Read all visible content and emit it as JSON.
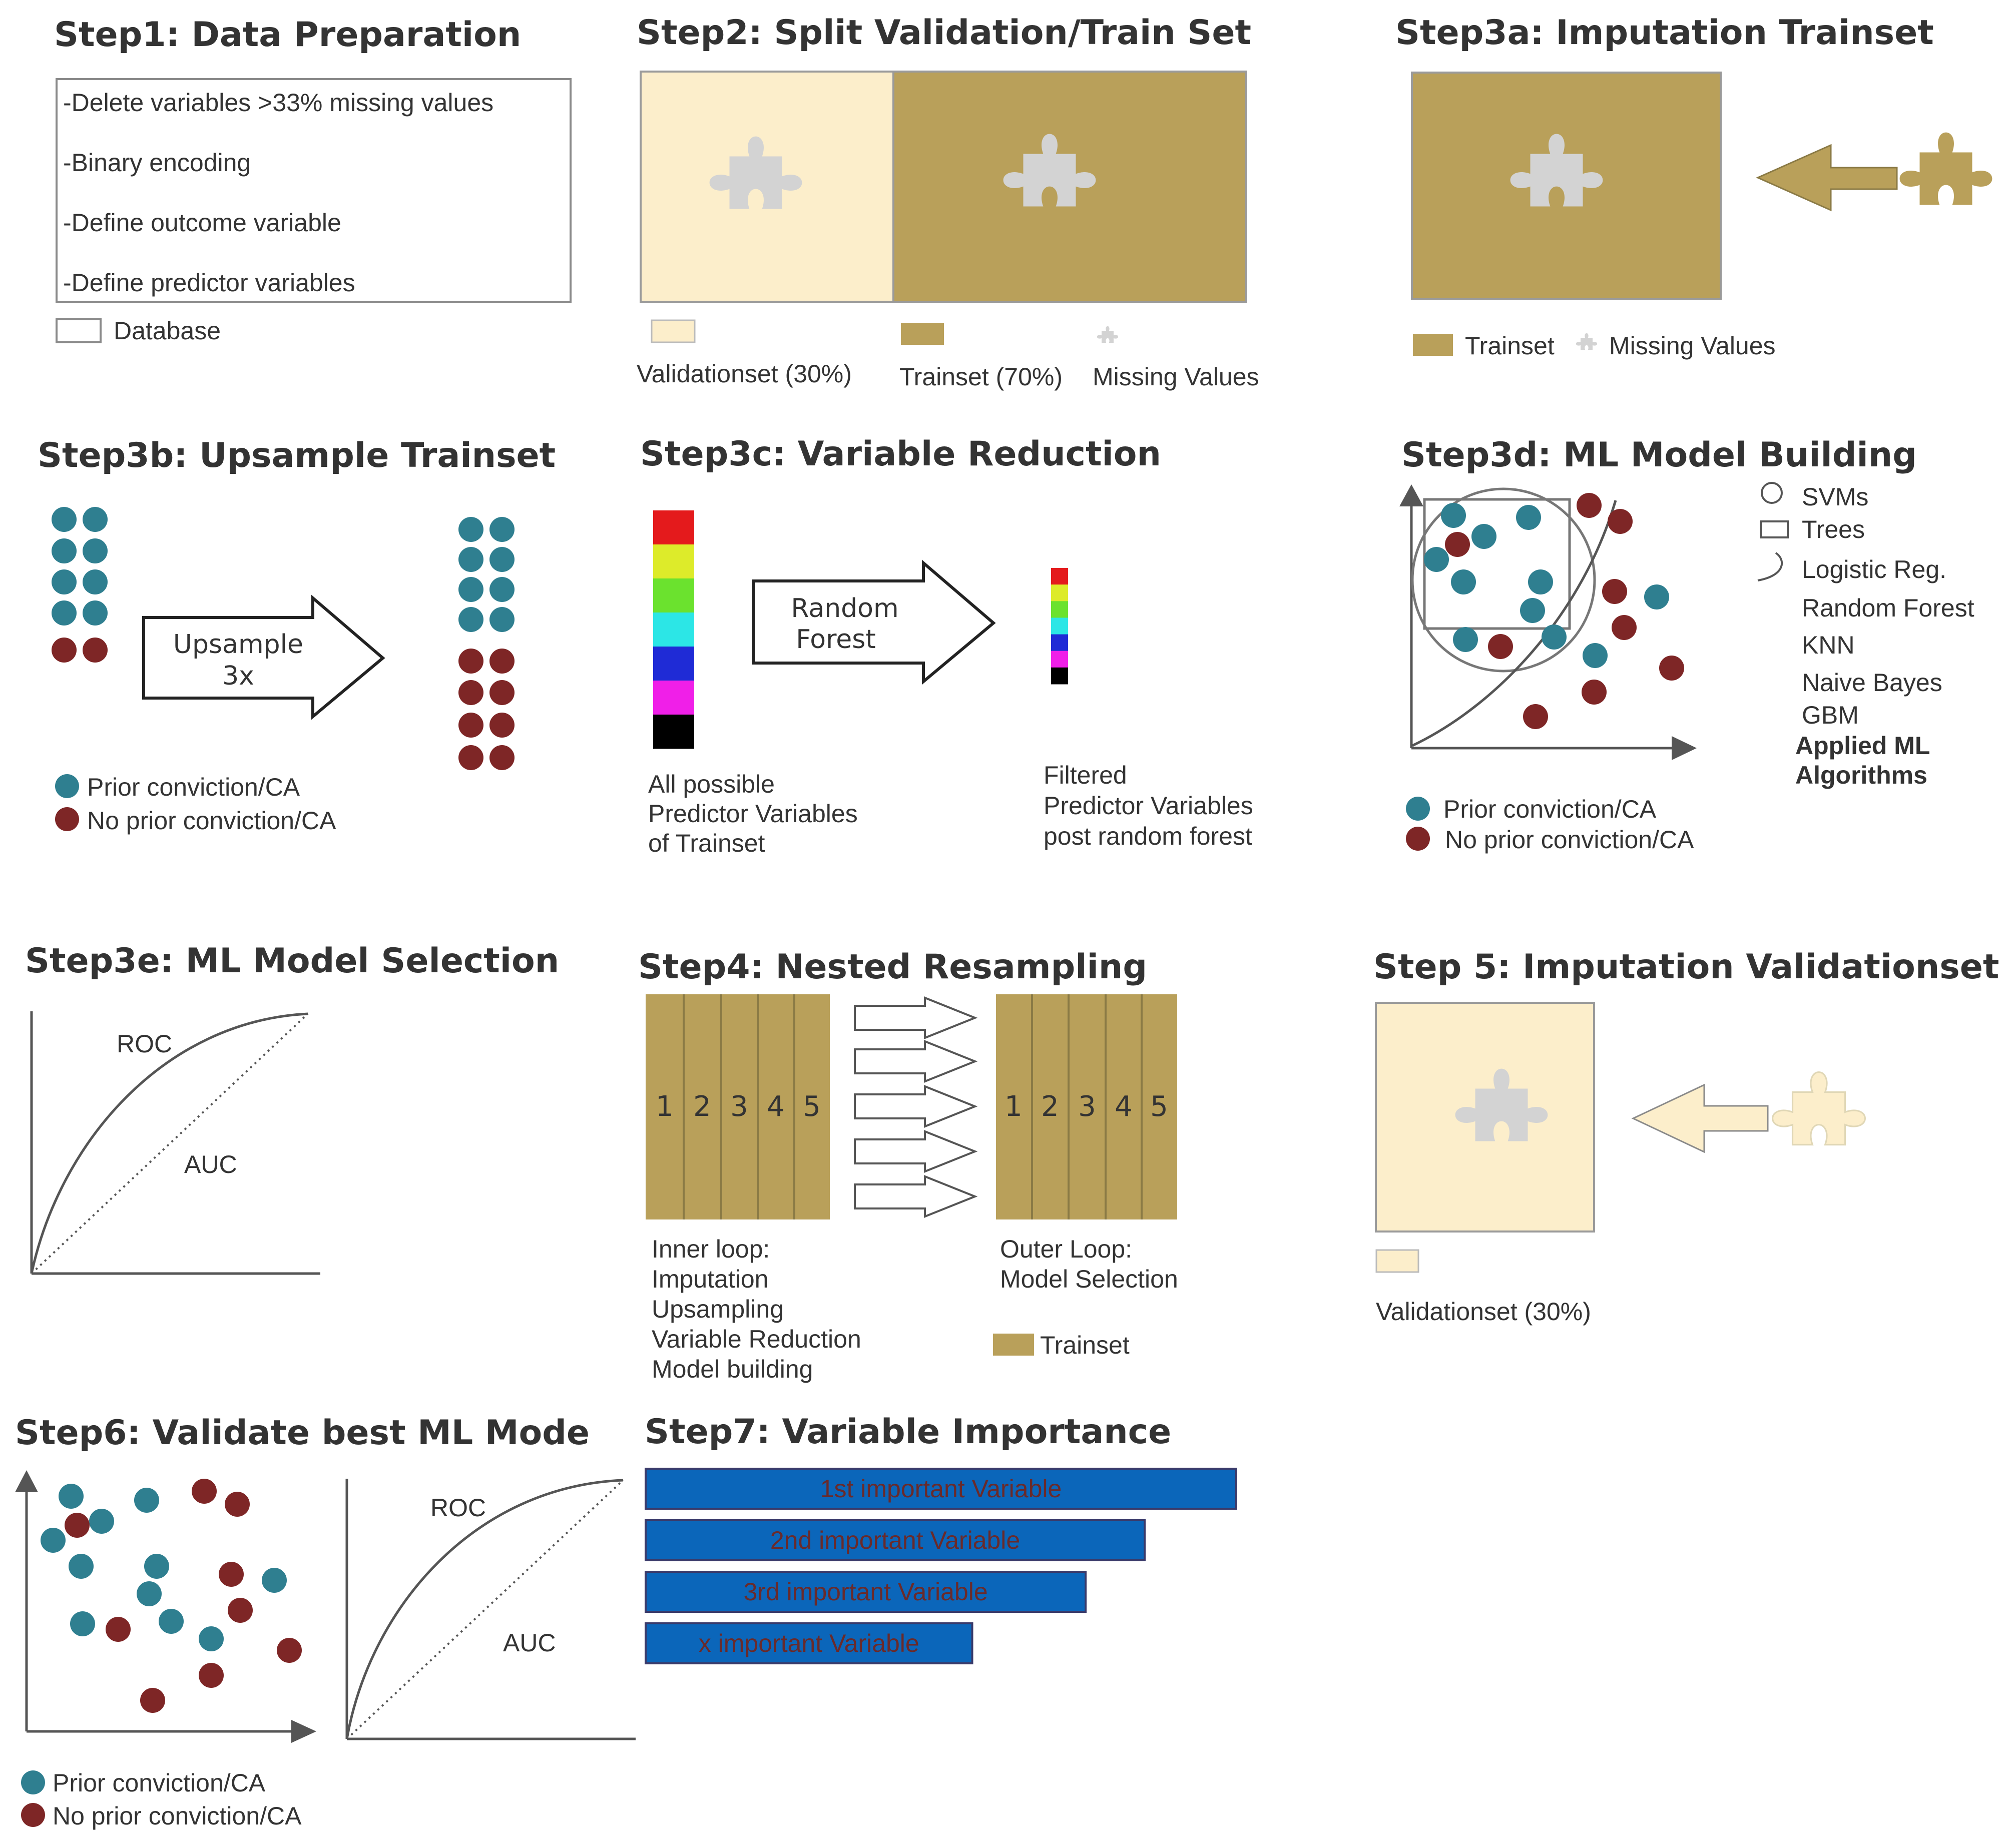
{
  "colors": {
    "trainset": "#B9A05A",
    "validationset": "#FCEECB",
    "missing": "#D3D3D3",
    "prior": "#2F7F90",
    "no_prior": "#7E2626",
    "bar": "#0B66BA",
    "line": "#555555"
  },
  "step1": {
    "title": "Step1: Data Preparation",
    "items": [
      "-Delete variables >33% missing values",
      "-Binary encoding",
      "-Define outcome variable",
      "-Define predictor variables"
    ],
    "legend": "Database"
  },
  "step2": {
    "title": "Step2: Split Validation/Train Set",
    "legend_validation": "Validationset (30%)",
    "legend_train": "Trainset (70%)",
    "legend_missing": "Missing Values",
    "missing_icon": "puzzle-piece-icon"
  },
  "step3a": {
    "title": "Step3a: Imputation Trainset",
    "legend_train": "Trainset",
    "legend_missing": "Missing Values"
  },
  "step3b": {
    "title": "Step3b: Upsample Trainset",
    "arrow_line1": "Upsample",
    "arrow_line2": "3x",
    "legend_prior": "Prior conviction/CA",
    "legend_no_prior": "No prior conviction/CA"
  },
  "step3c": {
    "title": "Step3c: Variable Reduction",
    "arrow_line1": "Random",
    "arrow_line2": "Forest",
    "left_lines": [
      "All possible",
      "Predictor Variables",
      "of Trainset"
    ],
    "right_lines": [
      "Filtered",
      "Predictor Variables",
      "post random forest"
    ],
    "bar_colors": [
      "#E41A1C",
      "#DDEB2A",
      "#6BE22E",
      "#2CE6E6",
      "#1F2BD6",
      "#F01FE8",
      "#000000"
    ]
  },
  "step3d": {
    "title": "Step3d: ML Model Building",
    "algorithms": [
      "SVMs",
      "Trees",
      "Logistic Reg.",
      "Random Forest",
      "KNN",
      "Naive Bayes",
      "GBM"
    ],
    "applied_line1": "Applied ML",
    "applied_line2": "Algorithms",
    "legend_prior": "Prior conviction/CA",
    "legend_no_prior": "No prior conviction/CA"
  },
  "step3e": {
    "title": "Step3e: ML Model Selection",
    "roc": "ROC",
    "auc": "AUC"
  },
  "step4": {
    "title": "Step4:  Nested Resampling",
    "folds": [
      "1",
      "2",
      "3",
      "4",
      "5"
    ],
    "inner_lines": [
      "Inner loop:",
      "Imputation",
      "Upsampling",
      "Variable Reduction",
      "Model building"
    ],
    "outer_lines": [
      "Outer Loop:",
      "Model Selection"
    ],
    "legend_train": "Trainset"
  },
  "step5": {
    "title": "Step 5: Imputation Validationset",
    "legend_validation": "Validationset (30%)"
  },
  "step6": {
    "title": "Step6: Validate best ML  Mode",
    "roc": "ROC",
    "auc": "AUC",
    "legend_prior": "Prior conviction/CA",
    "legend_no_prior": "No prior conviction/CA"
  },
  "step7": {
    "title": "Step7: Variable Importance",
    "chart_data": {
      "type": "bar",
      "categories": [
        "1st important  Variable",
        "2nd important  Variable",
        "3rd important  Variable",
        "x important  Variable"
      ],
      "values": [
        100,
        84.5,
        74.5,
        55.3
      ]
    }
  }
}
